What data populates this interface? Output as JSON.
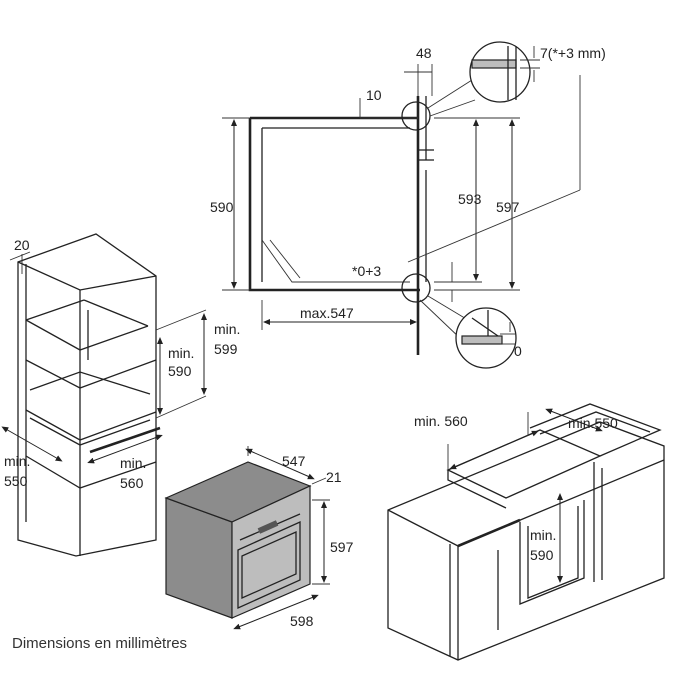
{
  "caption": "Dimensions en millimètres",
  "dims": {
    "d48": "48",
    "d7": "7(*+3 mm)",
    "d10": "10",
    "d590": "590",
    "d593": "593",
    "d597a": "597",
    "d03": "*0+3",
    "dmax547": "max.547",
    "d0": "0",
    "d20": "20",
    "dmin": "min.",
    "d599": "599",
    "d590b": "590",
    "dmin2": "min.",
    "d550": "550",
    "dmin3": "min.",
    "d560": "560",
    "d547": "547",
    "d21": "21",
    "d597b": "597",
    "d598": "598",
    "dmin560": "min. 560",
    "dmin550": "min.550",
    "dmin4": "min.",
    "d590c": "590"
  }
}
